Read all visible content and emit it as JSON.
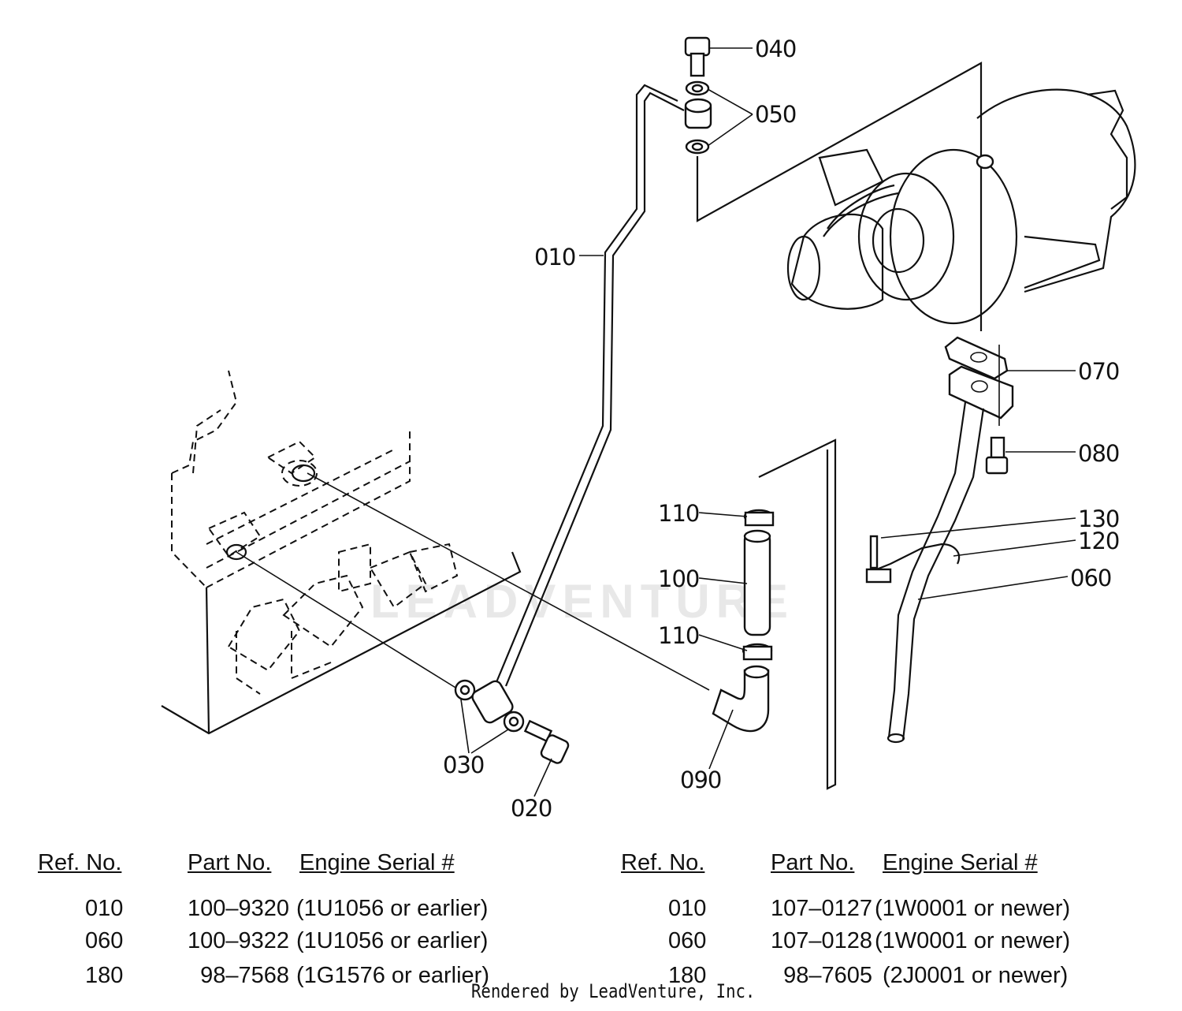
{
  "callouts": {
    "c040": "040",
    "c050": "050",
    "c010": "010",
    "c070": "070",
    "c080": "080",
    "c110a": "110",
    "c100": "100",
    "c110b": "110",
    "c130": "130",
    "c120": "120",
    "c060": "060",
    "c030": "030",
    "c020": "020",
    "c090": "090"
  },
  "table": {
    "headers": {
      "ref": "Ref. No.",
      "part": "Part No.",
      "serial": "Engine Serial #"
    },
    "left": [
      {
        "ref": "010",
        "part": "100–9320",
        "serial": "(1U1056 or earlier)"
      },
      {
        "ref": "060",
        "part": "100–9322",
        "serial": "(1U1056 or earlier)"
      },
      {
        "ref": "180",
        "part": "98–7568",
        "serial": "(1G1576 or earlier)"
      }
    ],
    "right": [
      {
        "ref": "010",
        "part": "107–0127",
        "serial": "(1W0001 or newer)"
      },
      {
        "ref": "060",
        "part": "107–0128",
        "serial": "(1W0001 or newer)"
      },
      {
        "ref": "180",
        "part": "98–7605",
        "serial": "(2J0001 or newer)"
      }
    ]
  },
  "footer": "Rendered by LeadVenture, Inc.",
  "watermark": "LEADVENTURE"
}
